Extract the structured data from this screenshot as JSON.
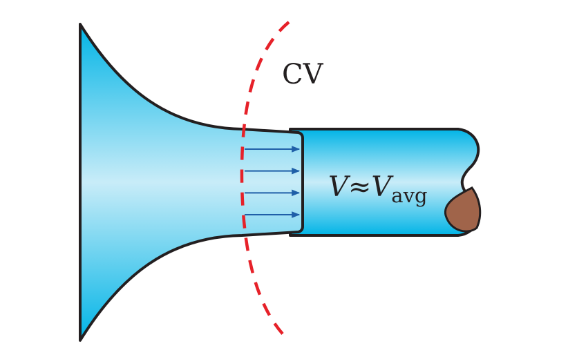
{
  "labels": {
    "control_volume": "CV",
    "velocity_symbol": "V",
    "approx_symbol": "≈",
    "velocity_avg_symbol": "V",
    "velocity_avg_subscript": "avg"
  },
  "velocity_arrows": {
    "count": 4
  },
  "colors": {
    "fluid_edge": "#00b4e6",
    "fluid_center": "#c8ecf8",
    "outline": "#231f20",
    "cv_boundary": "#e62129",
    "arrows": "#1f5fa8",
    "pipe_section": "#a0644a"
  }
}
